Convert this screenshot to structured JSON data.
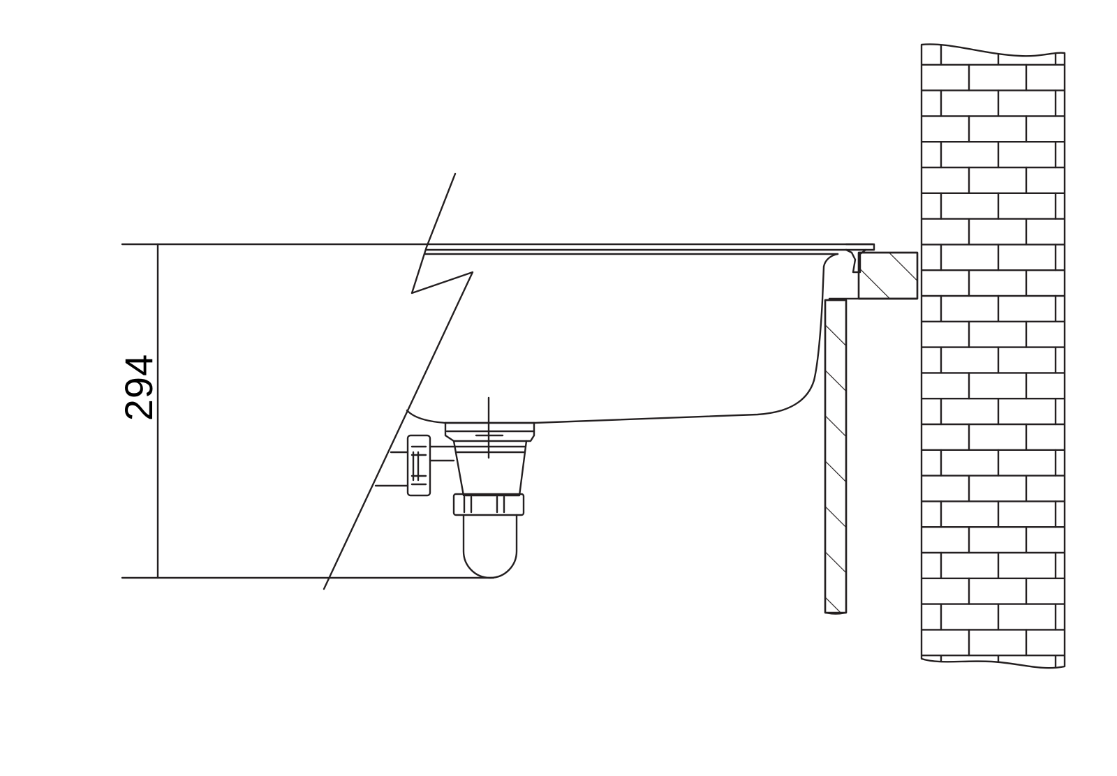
{
  "colors": {
    "line": "#231f20",
    "background": "#ffffff"
  },
  "dimension": {
    "height_label": "294"
  },
  "components": {
    "sink": "sink-bowl-section",
    "drain": "drain-outlet",
    "overflow": "overflow-connector",
    "trap": "trap-cup",
    "cabinet_panel": "cabinet-side-panel",
    "worktop": "worktop-section",
    "wall": "brick-wall"
  }
}
